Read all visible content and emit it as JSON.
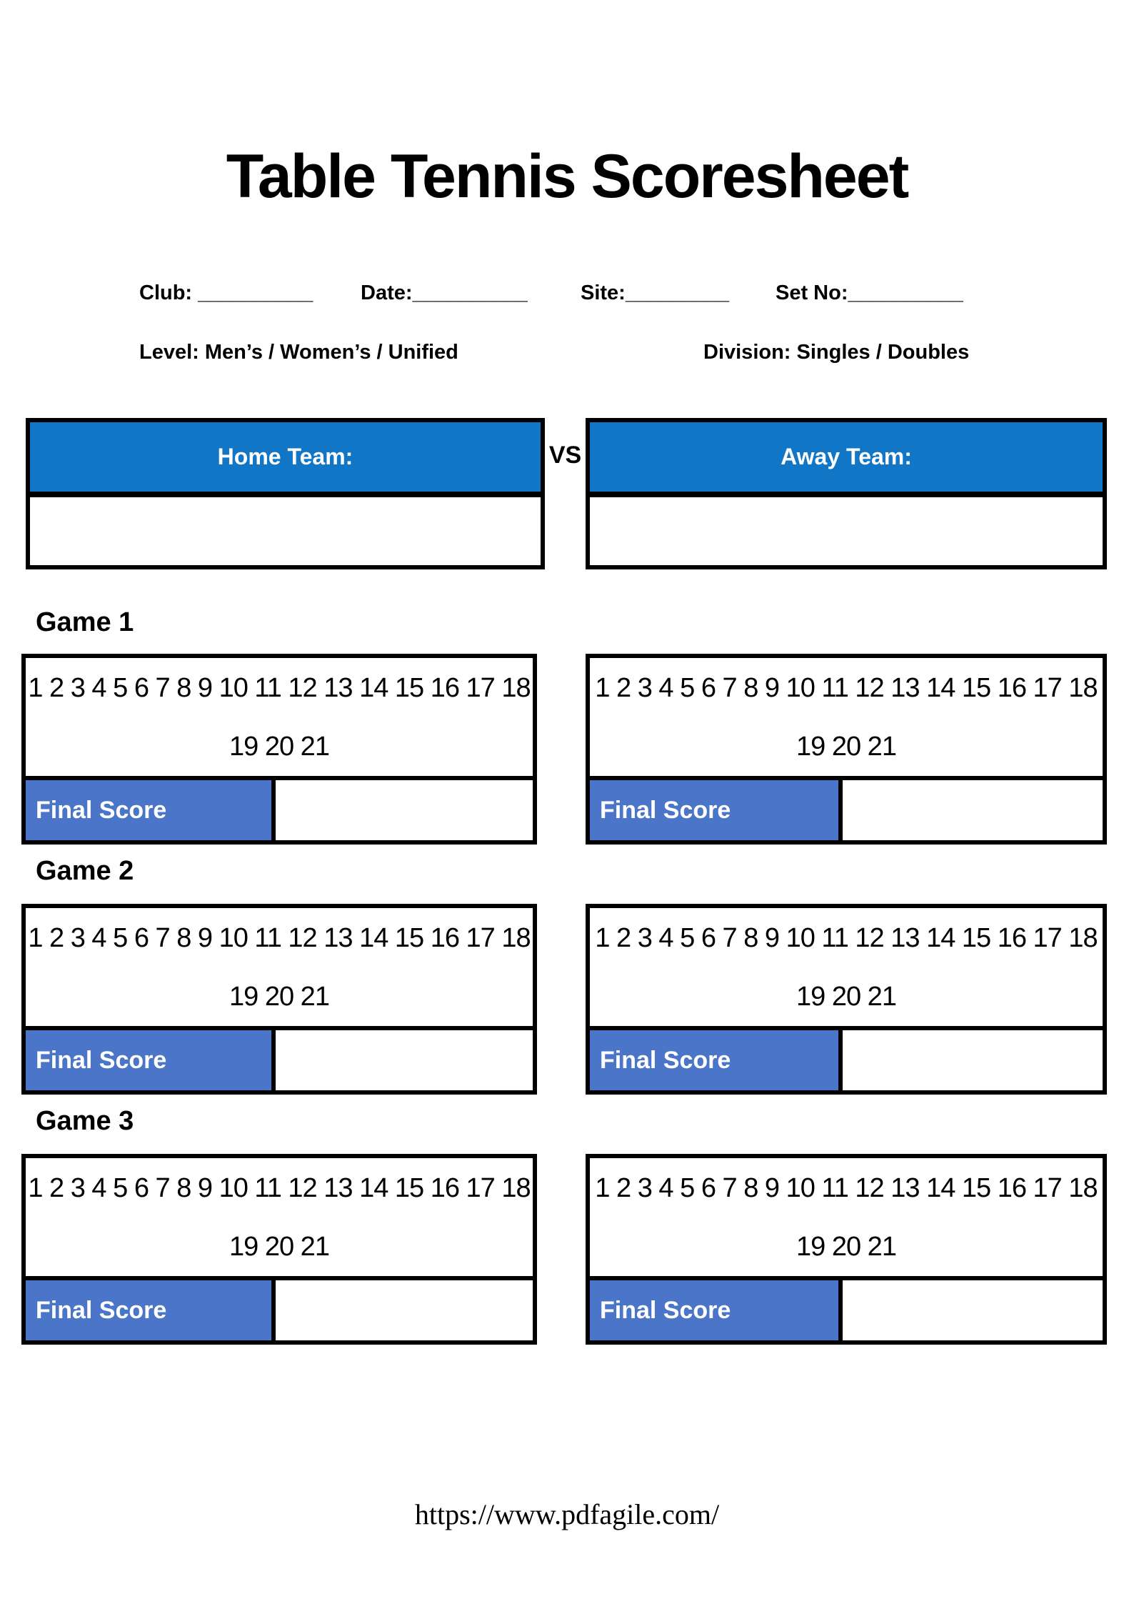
{
  "title": "Table Tennis Scoresheet",
  "header_fields": {
    "club": "Club: __________",
    "date": "Date:__________",
    "site": "Site:_________",
    "set_no": "Set No:__________"
  },
  "info": {
    "level": "Level: Men’s / Women’s / Unified",
    "division": "Division: Singles / Doubles"
  },
  "teams": {
    "home_label": "Home Team:",
    "vs_label": "VS",
    "away_label": "Away Team:",
    "home_name": "",
    "away_name": ""
  },
  "games": [
    {
      "label": "Game 1",
      "points_line1": "1 2 3 4 5 6 7 8 9 10 11 12 13 14 15 16 17 18",
      "points_line2": "19 20 21",
      "final_score_label": "Final Score",
      "home_final_score": "",
      "away_final_score": ""
    },
    {
      "label": "Game 2",
      "points_line1": "1 2 3 4 5 6 7 8 9 10 11 12 13 14 15 16 17 18",
      "points_line2": "19 20 21",
      "final_score_label": "Final Score",
      "home_final_score": "",
      "away_final_score": ""
    },
    {
      "label": "Game 3",
      "points_line1": "1 2 3 4 5 6 7 8 9 10 11 12 13 14 15 16 17 18",
      "points_line2": "19 20 21",
      "final_score_label": "Final Score",
      "home_final_score": "",
      "away_final_score": ""
    }
  ],
  "footer": {
    "url": "https://www.pdfagile.com/"
  },
  "colors": {
    "team_header_blue": "#1276c6",
    "final_score_blue": "#4a75c8",
    "border_black": "#000000"
  }
}
